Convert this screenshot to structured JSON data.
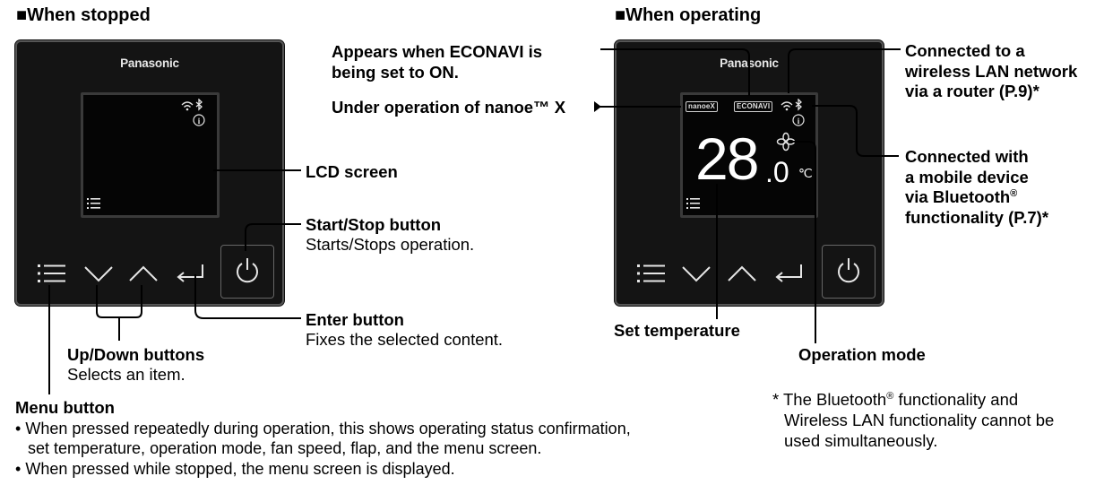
{
  "headings": {
    "stopped": "■When stopped",
    "operating": "■When operating"
  },
  "device": {
    "brand": "Panasonic",
    "set_temperature_whole": "28",
    "set_temperature_decimal": ".0",
    "temperature_unit": "℃",
    "badge_nanoe": "nanoeX",
    "badge_econavi": "ECONAVI"
  },
  "callouts": {
    "lcd_screen": "LCD screen",
    "start_stop_title": "Start/Stop button",
    "start_stop_desc": "Starts/Stops operation.",
    "enter_title": "Enter button",
    "enter_desc": "Fixes the selected content.",
    "updown_title": "Up/Down buttons",
    "updown_desc": "Selects an item.",
    "econavi_line1": "Appears when ECONAVI is",
    "econavi_line2": "being set to ON.",
    "nanoe": "Under operation of nanoe™ X",
    "wlan_line1": "Connected to a",
    "wlan_line2": "wireless LAN network",
    "wlan_line3": "via a router (P.9)*",
    "bt_line1": "Connected with",
    "bt_line2": "a mobile device",
    "bt_line3": "via Bluetooth",
    "bt_line3_sup": "®",
    "bt_line4": "functionality (P.7)*",
    "set_temperature": "Set temperature",
    "operation_mode": "Operation mode"
  },
  "menu_button": {
    "title": "Menu button",
    "bullet_1_line1": "When pressed repeatedly during operation, this shows operating status confirmation,",
    "bullet_1_line2": "set temperature, operation mode, fan speed, flap, and the menu screen.",
    "bullet_2": "When pressed while stopped, the menu screen is displayed."
  },
  "footnote": {
    "line1_a": "* The Bluetooth",
    "line1_sup": "®",
    "line1_b": " functionality and",
    "line2": "Wireless LAN functionality cannot be",
    "line3": "used simultaneously."
  },
  "colors": {
    "panel": "#141414",
    "lcd": "#050505",
    "icon": "#e6e6e6",
    "text": "#000000"
  }
}
